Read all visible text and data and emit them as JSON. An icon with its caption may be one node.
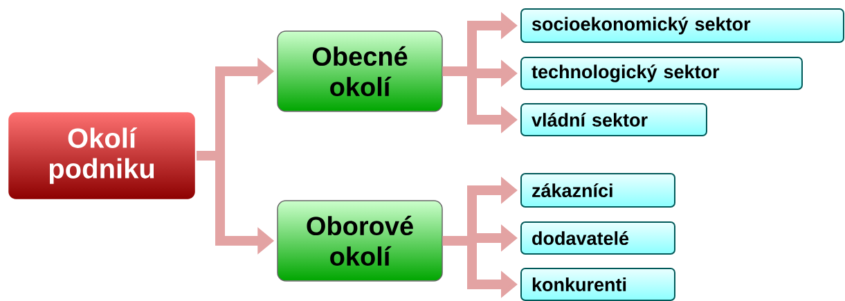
{
  "diagram": {
    "nodes": [
      {
        "text": [
          "Okolí podniku"
        ]
      },
      {
        "text": [
          "Obecné okolí"
        ]
      },
      {
        "text": [
          "Oborové okolí"
        ]
      },
      {
        "text": [
          "socioekonomický sektor"
        ]
      },
      {
        "text": [
          "technologický sektor"
        ]
      },
      {
        "text": [
          "vládní sektor"
        ]
      },
      {
        "text": [
          "zákazníci"
        ]
      },
      {
        "text": [
          "dodavatelé"
        ]
      },
      {
        "text": [
          "konkurenti"
        ]
      }
    ],
    "edges": [
      {
        "from": 0,
        "to": 1,
        "arrow": "to"
      },
      {
        "from": 0,
        "to": 2,
        "arrow": "to"
      },
      {
        "from": 1,
        "to": 3,
        "arrow": "to"
      },
      {
        "from": 1,
        "to": 4,
        "arrow": "to"
      },
      {
        "from": 1,
        "to": 5,
        "arrow": "to"
      },
      {
        "from": 2,
        "to": 6,
        "arrow": "to"
      },
      {
        "from": 2,
        "to": 7,
        "arrow": "to"
      },
      {
        "from": 2,
        "to": 8,
        "arrow": "to"
      }
    ]
  }
}
